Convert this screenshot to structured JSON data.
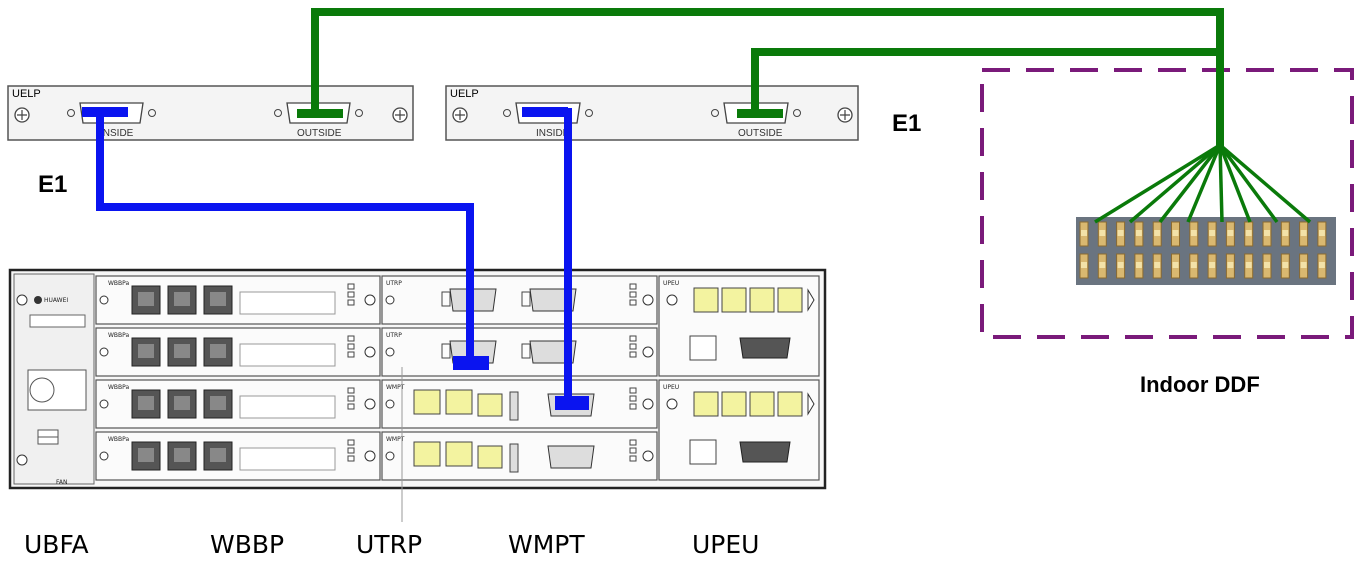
{
  "uelp_panels": [
    {
      "title": "UELP",
      "inside_label": "INSIDE",
      "outside_label": "OUTSIDE"
    },
    {
      "title": "UELP",
      "inside_label": "INSIDE",
      "outside_label": "OUTSIDE"
    }
  ],
  "e1_labels": {
    "left": "E1",
    "right": "E1"
  },
  "ddf": {
    "label": "Indoor DDF"
  },
  "chassis": {
    "brand": "HUAWEI",
    "fan_text": "FAN",
    "rows": [
      {
        "left_board": "WBBPa",
        "mid_board": "UTRP",
        "right_board": "UPEU"
      },
      {
        "left_board": "WBBPa",
        "mid_board": "UTRP",
        "right_board": ""
      },
      {
        "left_board": "WBBPa",
        "mid_board": "WMPT",
        "right_board": "UPEU"
      },
      {
        "left_board": "WBBPa",
        "mid_board": "WMPT",
        "right_board": ""
      }
    ]
  },
  "board_labels": [
    "UBFA",
    "WBBP",
    "UTRP",
    "WMPT",
    "UPEU"
  ],
  "colors": {
    "blue_cable": "#0a14f0",
    "green_cable": "#0a7a0a",
    "ddf_border": "#7a1a7a"
  }
}
